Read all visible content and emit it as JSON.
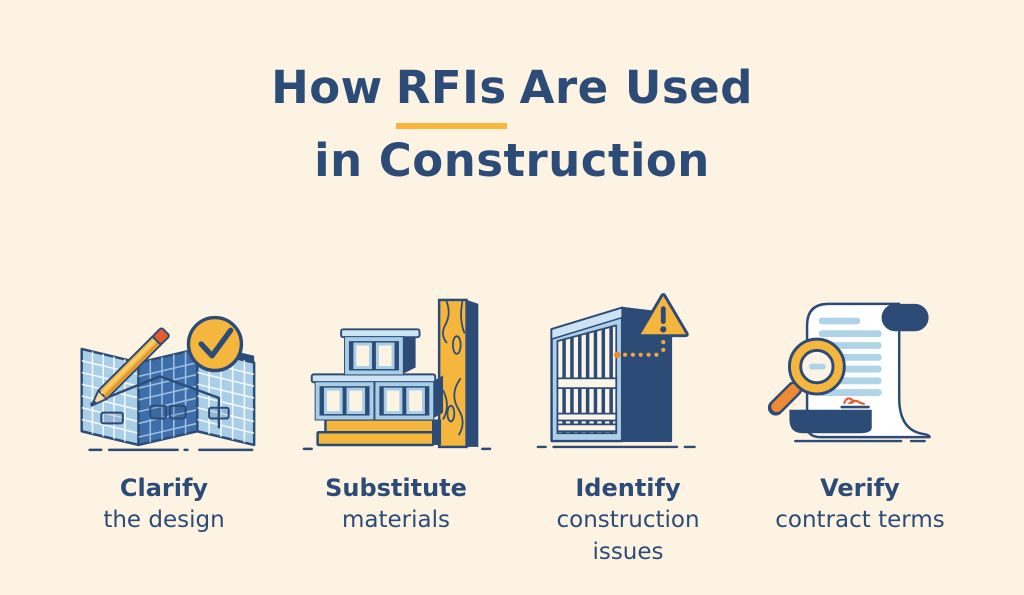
{
  "palette": {
    "background": "#FDF3E2",
    "navy": "#2C4C77",
    "gold": "#F5B63E",
    "underline_gold": "#FCB53B",
    "orange": "#EE8A33",
    "red_orange": "#E65C2E",
    "light_blue": "#A9CEE8",
    "mid_blue": "#3D6EA9",
    "pale_blue": "#CFE4F2",
    "cream": "#FDF3E2",
    "white": "#FFFFFF"
  },
  "title": {
    "line1_prefix": "How",
    "line1_highlight": "RFIs",
    "line1_suffix": "Are Used",
    "line2": "in Construction"
  },
  "items": [
    {
      "icon": "blueprint-pencil-check-icon",
      "heading": "Clarify",
      "description": "the design"
    },
    {
      "icon": "blocks-lumber-icon",
      "heading": "Substitute",
      "description": "materials"
    },
    {
      "icon": "building-frame-warning-icon",
      "heading": "Identify",
      "description": "construction issues"
    },
    {
      "icon": "contract-scroll-magnifier-icon",
      "heading": "Verify",
      "description": "contract terms"
    }
  ]
}
